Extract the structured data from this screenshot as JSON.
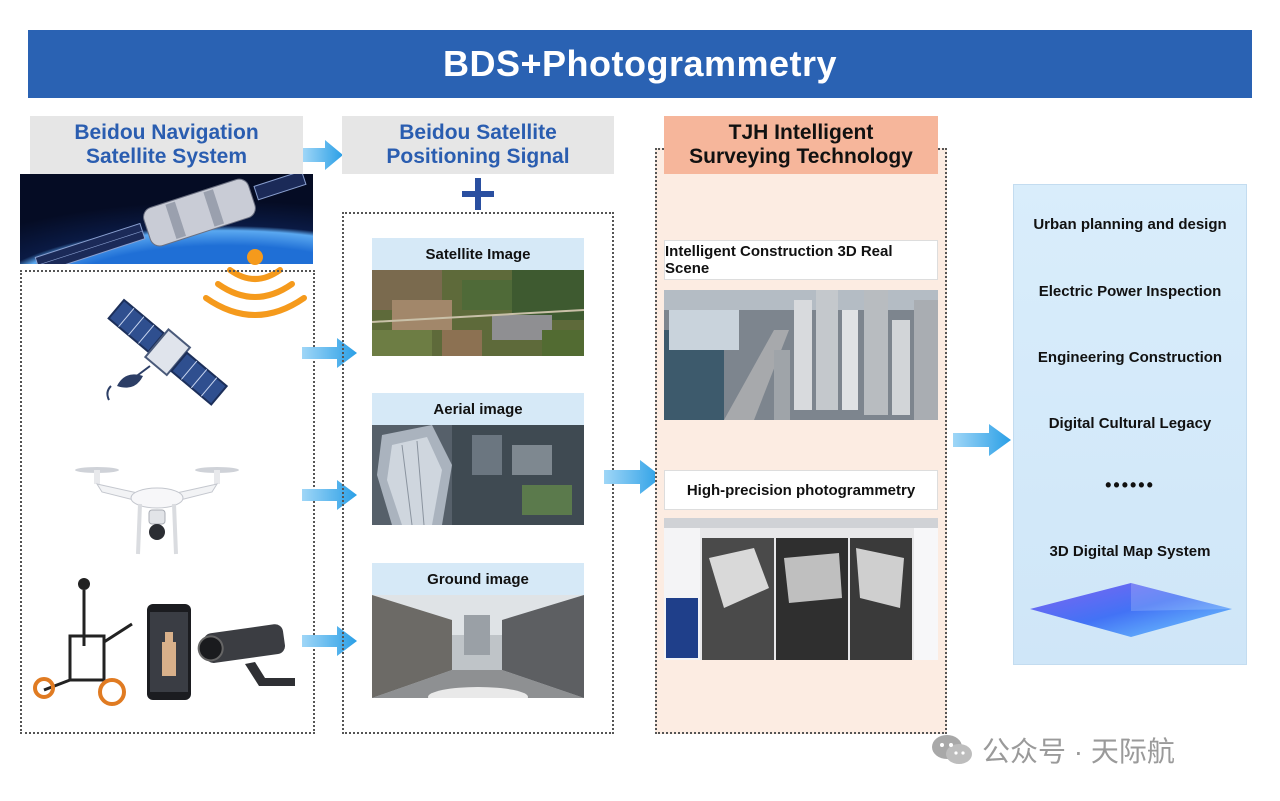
{
  "title": "BDS+Photogrammetry",
  "col1": {
    "header": "Beidou Navigation\nSatellite System"
  },
  "col2": {
    "header": "Beidou Satellite\nPositioning Signal",
    "images": [
      {
        "label": "Satellite Image"
      },
      {
        "label": "Aerial image"
      },
      {
        "label": "Ground image"
      }
    ]
  },
  "col3": {
    "header": "TJH Intelligent\nSurveying Technology",
    "items": [
      {
        "label": "Intelligent Construction 3D Real Scene"
      },
      {
        "label": "High-precision photogrammetry"
      }
    ]
  },
  "applications": [
    "Urban planning and design",
    "Electric Power Inspection",
    "Engineering Construction",
    "Digital Cultural Legacy",
    "••••••",
    "3D Digital Map System"
  ],
  "watermark": "公众号 · 天际航",
  "colors": {
    "banner": "#2a62b3",
    "header_text": "#2a5db0",
    "peach": "#f6b69b",
    "light_blue": "#d6e9f7",
    "arrow": "#3aa6e8"
  }
}
